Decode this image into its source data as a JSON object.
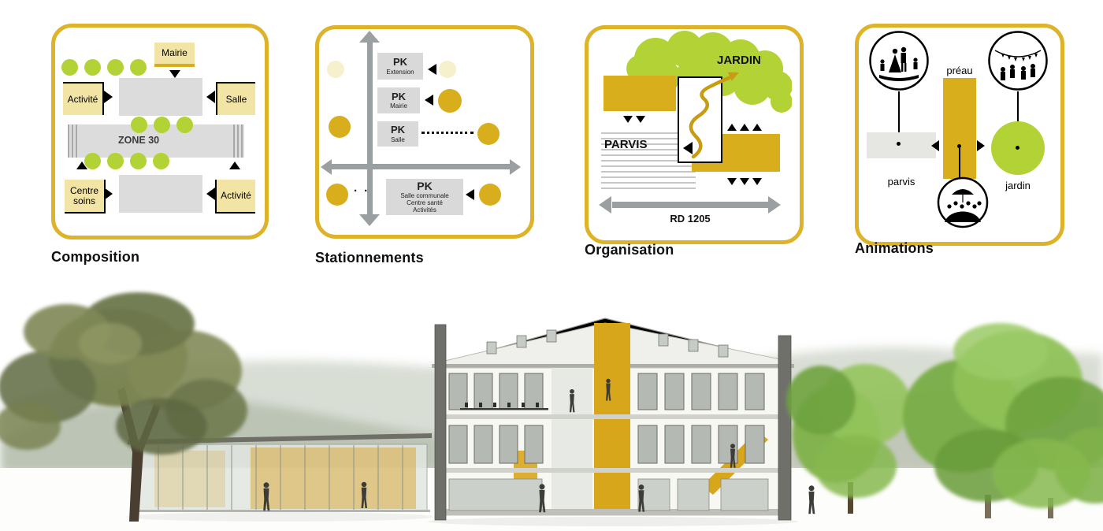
{
  "colors": {
    "card_border_gold": "#ddb32a",
    "gold_fill": "#d9ae1c",
    "green": "#b2d235",
    "pale_yellow": "#f7f0cc",
    "tan_box": "#f2e4a4",
    "gray_box": "#d9d9d9",
    "gray_arrow": "#9aa0a2"
  },
  "diagrams": {
    "composition": {
      "title": "Composition",
      "mairie": "Mairie",
      "activite_left": "Activité",
      "salle": "Salle",
      "zone30": "ZONE 30",
      "centre_soins": "Centre soins",
      "activite_right": "Activité"
    },
    "stationnements": {
      "title": "Stationnements",
      "pk_extension": {
        "pk": "PK",
        "sub": "Extension"
      },
      "pk_mairie": {
        "pk": "PK",
        "sub": "Mairie"
      },
      "pk_salle": {
        "pk": "PK",
        "sub": "Salle"
      },
      "pk_main": {
        "pk": "PK",
        "lines": [
          "Salle communale",
          "Centre santé",
          "Activités"
        ]
      },
      "dots": "· ·"
    },
    "organisation": {
      "title": "Organisation",
      "jardin": "JARDIN",
      "parvis": "PARVIS",
      "road": "RD 1205"
    },
    "animations": {
      "title": "Animations",
      "preau": "préau",
      "parvis": "parvis",
      "jardin": "jardin"
    }
  }
}
